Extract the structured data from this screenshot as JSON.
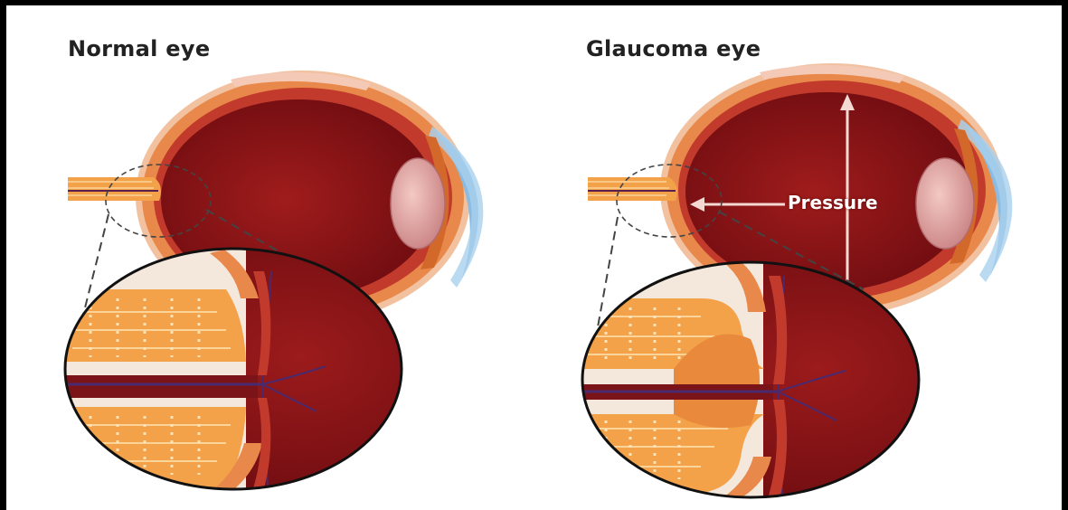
{
  "panels": {
    "left": {
      "title": "Normal eye"
    },
    "right": {
      "title": "Glaucoma eye",
      "label": "Pressure"
    }
  },
  "colors": {
    "sclera": "#e8894b",
    "choroid": "#b32a24",
    "vitreous": "#8c1416",
    "cornea": "#8bbbe0",
    "lens": "#e5a7a7",
    "nerve": "#f3a24a",
    "vessel": "#4a2a6e"
  }
}
